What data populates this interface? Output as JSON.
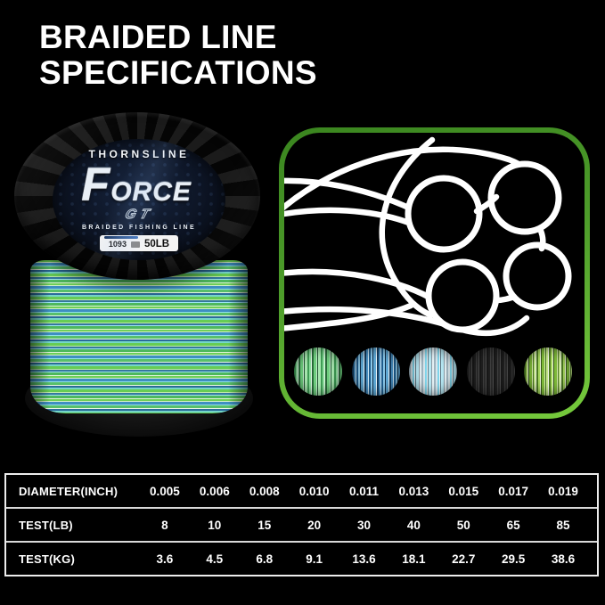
{
  "title": {
    "line1": "BRAIDED LINE",
    "line2": "SPECIFICATIONS"
  },
  "spool": {
    "brand": "THORNSLINE",
    "logo": "FORCE",
    "sub_logo": "GT",
    "tagline": "BRAIDED FISHING LINE",
    "yards": "1093",
    "test": "50LB"
  },
  "panel": {
    "diagram": "4-strand braided line cross-section",
    "swatches": [
      {
        "name": "green-camo",
        "colors": [
          "#3f9d55",
          "#8fe09f",
          "#dff5e4",
          "#2a6b3a"
        ]
      },
      {
        "name": "blue-camo",
        "colors": [
          "#123a5c",
          "#4a90c2",
          "#cfe9f7",
          "#8cc8e8"
        ]
      },
      {
        "name": "sky-silver",
        "colors": [
          "#9fb4bf",
          "#7fd4ea",
          "#f0f6f8",
          "#b5e6f2"
        ]
      },
      {
        "name": "dark-gray",
        "colors": [
          "#1f1f1f",
          "#3d3d3d",
          "#4a4a4a"
        ]
      },
      {
        "name": "grass-green",
        "colors": [
          "#4c7a20",
          "#a8d860",
          "#eef6da",
          "#7fba3a"
        ]
      }
    ],
    "border_colors": {
      "top": "#3a851f",
      "bottom": "#76ca3c"
    }
  },
  "spec_table": {
    "rows": [
      {
        "label": "DIAMETER(INCH)",
        "values": [
          "0.005",
          "0.006",
          "0.008",
          "0.010",
          "0.011",
          "0.013",
          "0.015",
          "0.017",
          "0.019"
        ]
      },
      {
        "label": "TEST(LB)",
        "values": [
          "8",
          "10",
          "15",
          "20",
          "30",
          "40",
          "50",
          "65",
          "85"
        ]
      },
      {
        "label": "TEST(KG)",
        "values": [
          "3.6",
          "4.5",
          "6.8",
          "9.1",
          "13.6",
          "18.1",
          "22.7",
          "29.5",
          "38.6"
        ]
      }
    ]
  },
  "colors": {
    "background": "#000000",
    "text": "#ffffff",
    "table_border": "#ededed"
  }
}
